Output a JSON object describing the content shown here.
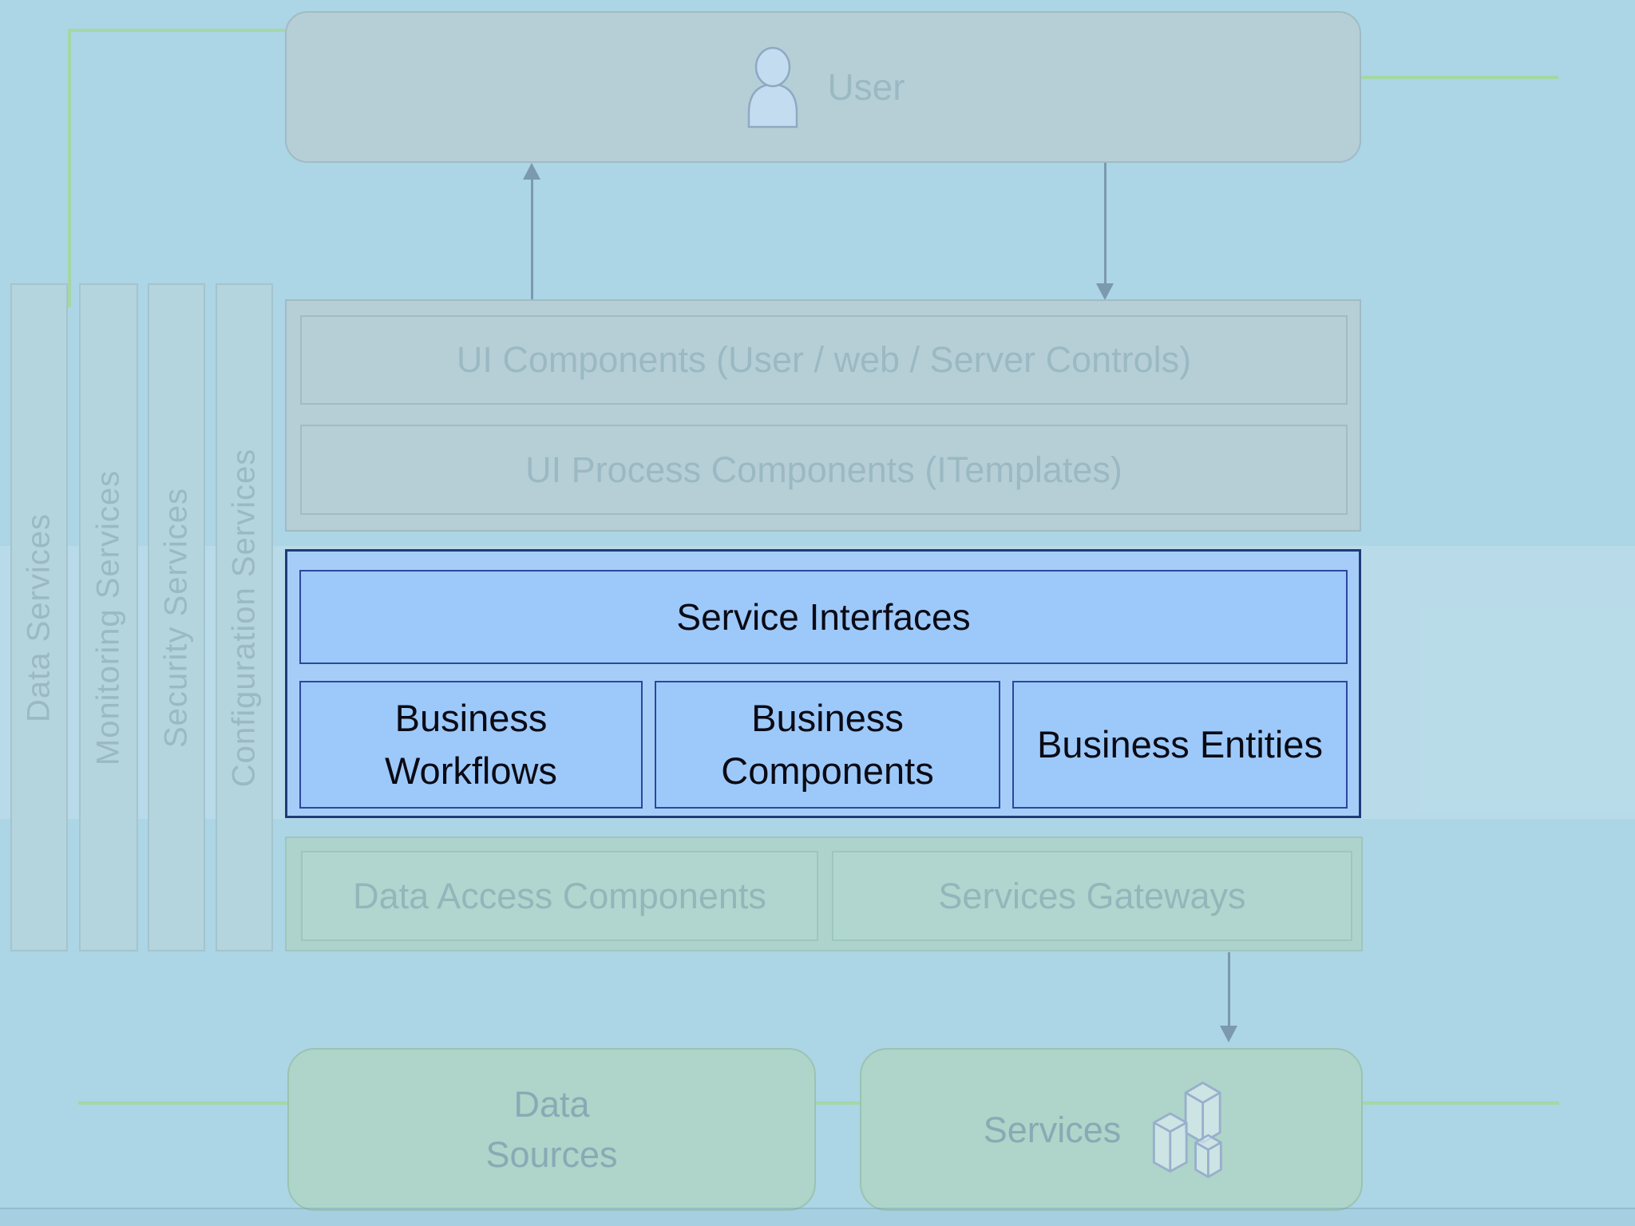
{
  "colors": {
    "background": "#acd5e5",
    "band_overlay": "rgba(255,255,255,0.16)",
    "bar_fill": "#b4d4de",
    "bar_border": "#a4c4ce",
    "muted_fill": "#b6cfd7",
    "muted_border": "#a0bbc4",
    "muted_text": "#9bb9c3",
    "highlight_fill": "#a6cdf8",
    "highlight_inner_fill": "#9dc9fa",
    "highlight_border": "#1e3c78",
    "highlight_inner_border": "#2c479c",
    "highlight_text": "#0a0a14",
    "teal_fill": "#aed3cd",
    "teal_inner_fill": "#b1d6d0",
    "teal_border": "#9dc6be",
    "teal_text": "#92b7ba",
    "bottom_fill": "#afd4c9",
    "bottom_border": "#9ac3b2",
    "bottom_text": "#87abb5",
    "green_line": "#a5d7a5",
    "arrow": "#7b99af",
    "icon_fill": "#c3dcef",
    "icon_stroke": "#8fa9c4",
    "cube_stroke": "#97b0cc",
    "cube_fill": "rgba(230,240,250,0.55)",
    "bottom_edge_line": "rgba(110,155,180,0.35)",
    "bottom_edge_fill": "rgba(120,170,195,0.12)"
  },
  "user": {
    "label": "User",
    "icon": "user-person-icon"
  },
  "sidebars": {
    "items": [
      {
        "label": "Data Services"
      },
      {
        "label": "Monitoring Services"
      },
      {
        "label": "Security Services"
      },
      {
        "label": "Configuration Services"
      }
    ]
  },
  "ui_layer": {
    "components_label": "UI Components (User / web / Server Controls)",
    "process_label": "UI Process Components (ITemplates)"
  },
  "business_layer": {
    "service_interfaces_label": "Service Interfaces",
    "workflows_label": "Business Workflows",
    "components_label": "Business Components",
    "entities_label": "Business Entities"
  },
  "data_layer": {
    "access_label": "Data Access Components",
    "gateways_label": "Services Gateways"
  },
  "external": {
    "data_sources_label": "Data Sources",
    "services_label": "Services",
    "services_icon": "service-cubes-icon"
  }
}
